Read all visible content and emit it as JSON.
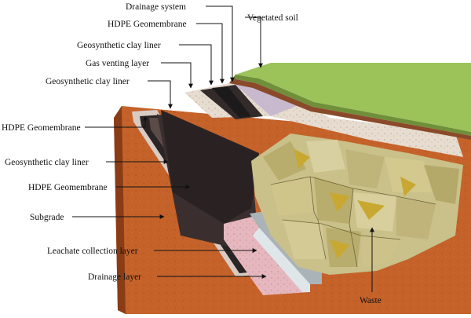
{
  "labels": {
    "drainage_system": "Drainage system",
    "hdpe_top": "HDPE Geomembrane",
    "gcl_top": "Geosynthetic clay liner",
    "gas_venting": "Gas venting layer",
    "gcl_mid": "Geosynthetic clay liner",
    "hdpe_side": "HDPE Geomembrane",
    "gcl_side": "Geosynthetic clay liner",
    "hdpe_inner": "HDPE Geomembrane",
    "subgrade": "Subgrade",
    "leachate": "Leachate collection layer",
    "drainage_layer": "Drainage layer",
    "vegetated_soil": "Vegetated soil",
    "waste": "Waste"
  },
  "colors": {
    "soil_orange": "#c4622a",
    "soil_dark": "#8a3c16",
    "vegetation": "#9cc25a",
    "vegetation_dark": "#6f8f3a",
    "liner_dark": "#3a2f2e",
    "geomembrane_black": "#1c1a1a",
    "gravel_light": "#e6dccf",
    "leachate_pink": "#e7b7bf",
    "drainage_grey": "#a9b3b8",
    "waste_base": "#c9c08a",
    "waste_gold": "#c8a830"
  }
}
